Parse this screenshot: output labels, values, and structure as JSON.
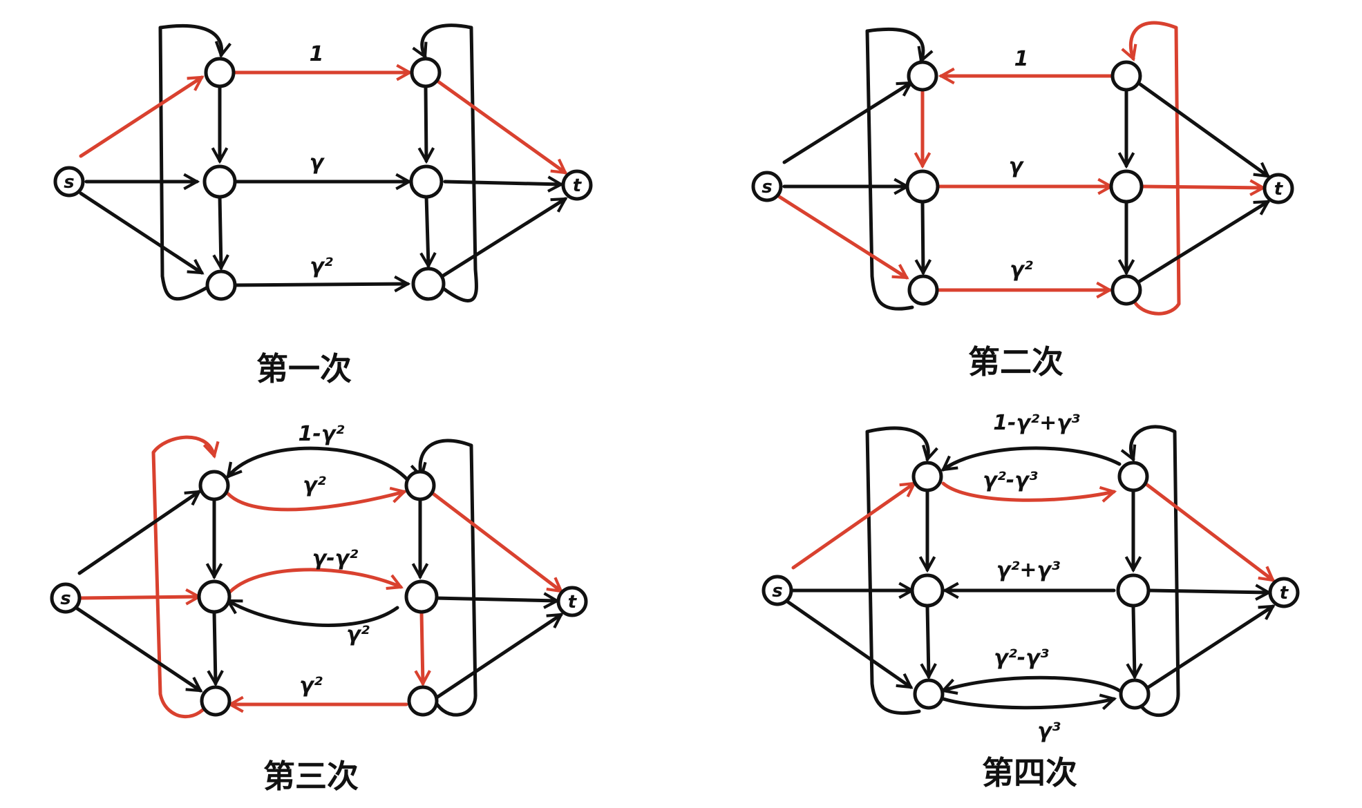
{
  "colors": {
    "ink": "#111111",
    "highlight": "#d9412f",
    "background": "#ffffff"
  },
  "panels": [
    {
      "title": "第一次",
      "labels": [
        "1",
        "γ",
        "γ²"
      ],
      "node_labels": {
        "source": "s",
        "sink": "t"
      }
    },
    {
      "title": "第二次",
      "labels": [
        "1",
        "γ",
        "γ²"
      ],
      "node_labels": {
        "source": "s",
        "sink": "t"
      }
    },
    {
      "title": "第三次",
      "labels": [
        "1-γ²",
        "γ²",
        "γ-γ²",
        "γ²",
        "γ²"
      ],
      "node_labels": {
        "source": "s",
        "sink": "t"
      }
    },
    {
      "title": "第四次",
      "labels": [
        "1-γ²+γ³",
        "γ²-γ³",
        "γ²+γ³",
        "γ²-γ³",
        "γ³"
      ],
      "node_labels": {
        "source": "s",
        "sink": "t"
      }
    }
  ]
}
